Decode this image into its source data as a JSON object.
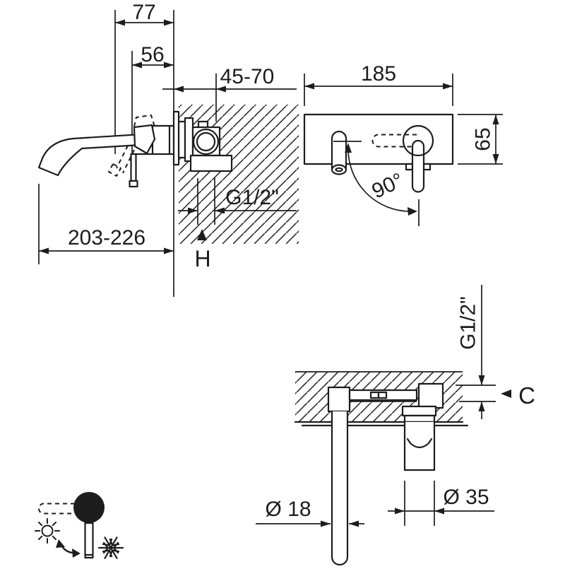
{
  "colors": {
    "background": "#ffffff",
    "ink": "#1d1d1d"
  },
  "side_view": {
    "dim_77": "77",
    "dim_56": "56",
    "dim_depth": "45-70",
    "thread": "G1/2\"",
    "dim_reach": "203-226",
    "ref_h": "H"
  },
  "front_view": {
    "dim_width": "185",
    "dim_height": "65",
    "angle": "90°"
  },
  "plan_view": {
    "thread": "G1/2\"",
    "ref_c": "C",
    "dia_spout": "Ø 18",
    "dia_body": "Ø 35"
  },
  "handle_legend": {
    "hot_icon": "sun-icon",
    "cold_icon": "snowflake-icon"
  }
}
